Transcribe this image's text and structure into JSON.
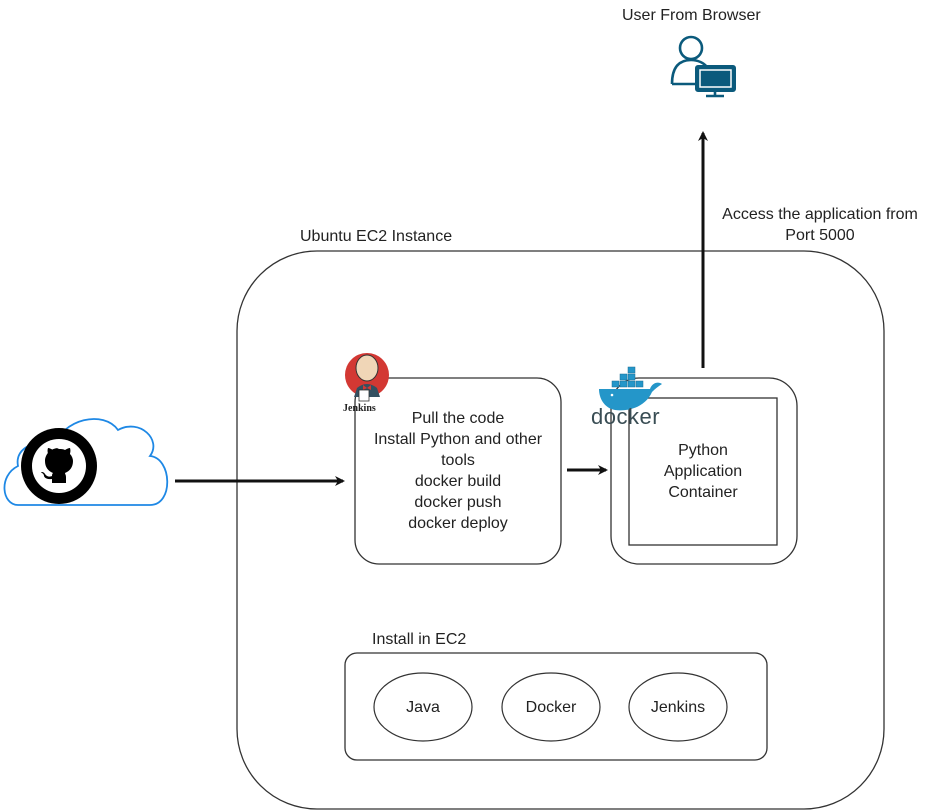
{
  "diagram": {
    "user": {
      "label": "User From Browser",
      "icon": "user-computer-icon"
    },
    "access_arrow": {
      "label_line1": "Access the application from",
      "label_line2": "Port 5000"
    },
    "ec2": {
      "label": "Ubuntu EC2 Instance"
    },
    "source": {
      "icon": "github-icon",
      "cloud_icon": "cloud-icon"
    },
    "jenkins": {
      "logo_text": "Jenkins",
      "steps": [
        "Pull the code",
        "Install Python and other",
        "tools",
        "docker build",
        "docker push",
        "docker deploy"
      ]
    },
    "docker": {
      "logo_text": "docker",
      "container_lines": [
        "Python",
        "Application",
        "Container"
      ]
    },
    "install": {
      "label": "Install in EC2",
      "items": [
        "Java",
        "Docker",
        "Jenkins"
      ]
    },
    "colors": {
      "stroke": "#222222",
      "cloud": "#1e88e5",
      "user_icon": "#0b5a7c",
      "docker_blue": "#2496c9",
      "docker_text": "#394d54",
      "jenkins_red": "#d33833"
    }
  }
}
